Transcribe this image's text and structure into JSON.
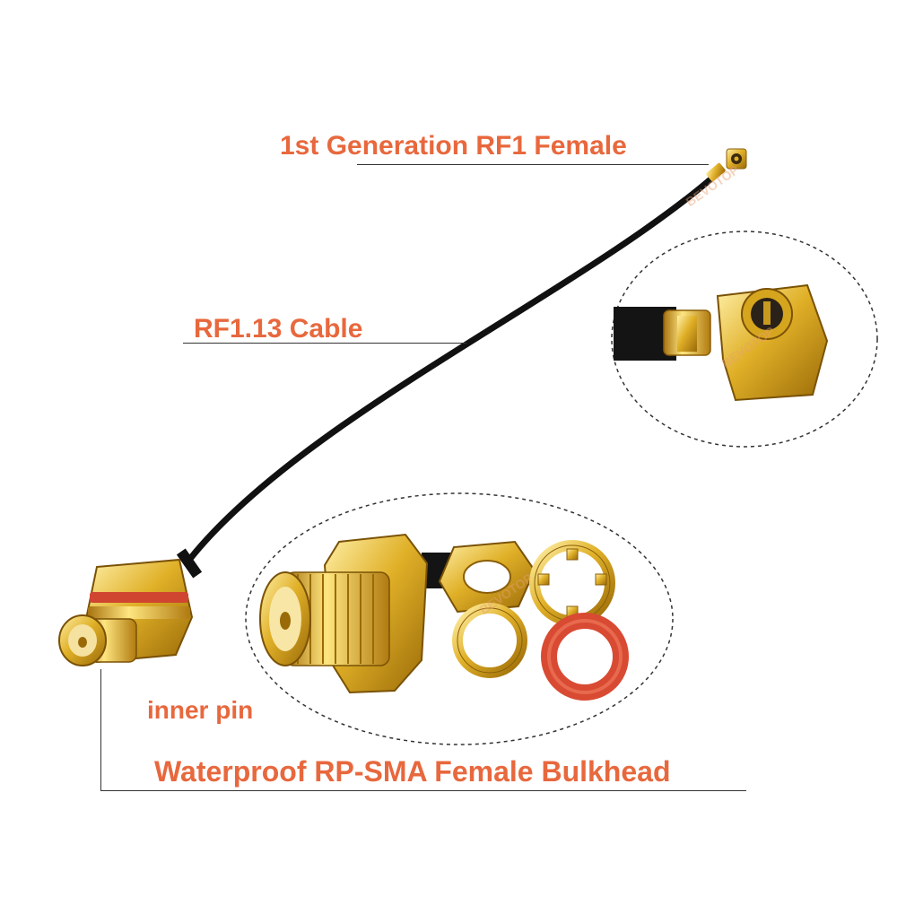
{
  "labels": {
    "rf1_female": "1st Generation RF1 Female",
    "cable": "RF1.13 Cable",
    "inner_pin": "inner pin",
    "bulkhead": "Waterproof RP-SMA Female Bulkhead"
  },
  "watermark": "BEVOTOP",
  "colors": {
    "label": "#e8683d",
    "gold": "#d9a820",
    "cable": "#111111",
    "oring": "#e0503a"
  }
}
